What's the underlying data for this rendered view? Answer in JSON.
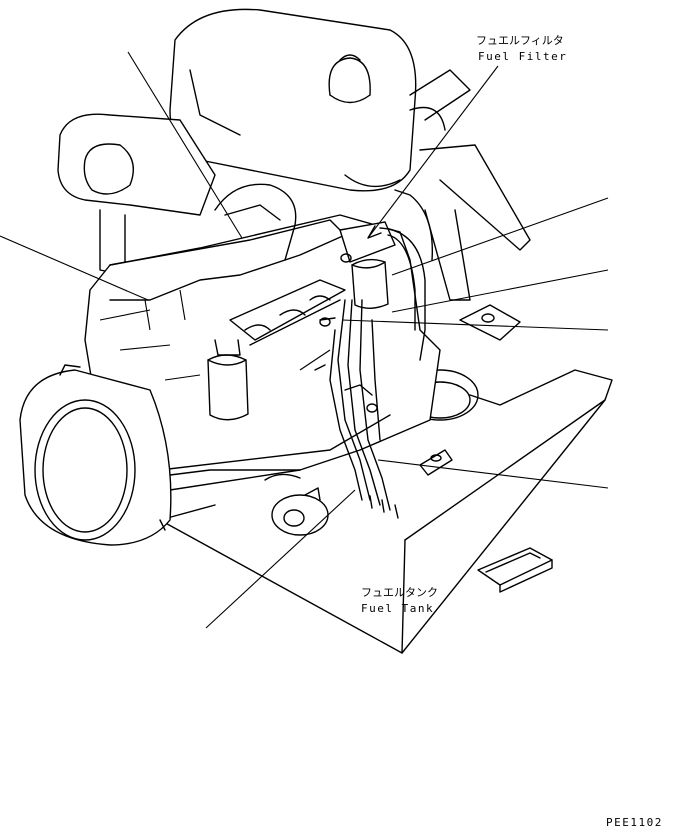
{
  "labels": {
    "fuel_filter_jp": "フュエルフィルタ",
    "fuel_filter_en": "Fuel Filter",
    "fuel_tank_jp": "フュエルタンク",
    "fuel_tank_en": "Fuel Tank",
    "drawing_code": "PEE1102"
  }
}
